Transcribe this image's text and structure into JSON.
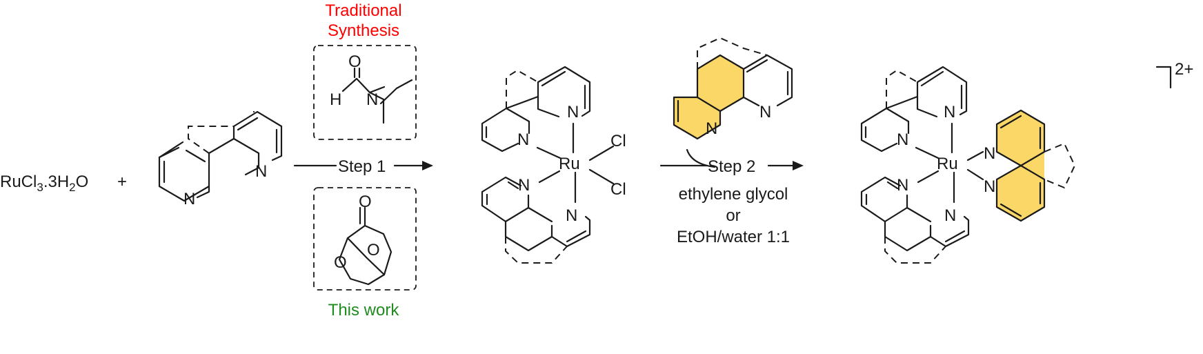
{
  "reactant": {
    "formula_main": "RuCl",
    "formula_sub1": "3",
    "formula_mid": ".3H",
    "formula_sub2": "2",
    "formula_end": "O"
  },
  "plus": "+",
  "atoms": {
    "N": "N",
    "Ru": "Ru",
    "Cl": "Cl",
    "O": "O",
    "H": "H"
  },
  "step1": {
    "label": "Step 1",
    "traditional_line1": "Traditional",
    "traditional_line2": "Synthesis",
    "this_work": "This work"
  },
  "step2": {
    "label": "Step 2",
    "cond_line1": "ethylene glycol",
    "cond_line2": "or",
    "cond_line3": "EtOH/water 1:1"
  },
  "product": {
    "charge": "2+"
  },
  "colors": {
    "traditional": "#ff0000",
    "this_work": "#1e8c1e",
    "ligand_highlight": "#fad766",
    "bond": "#1a1a1a"
  }
}
